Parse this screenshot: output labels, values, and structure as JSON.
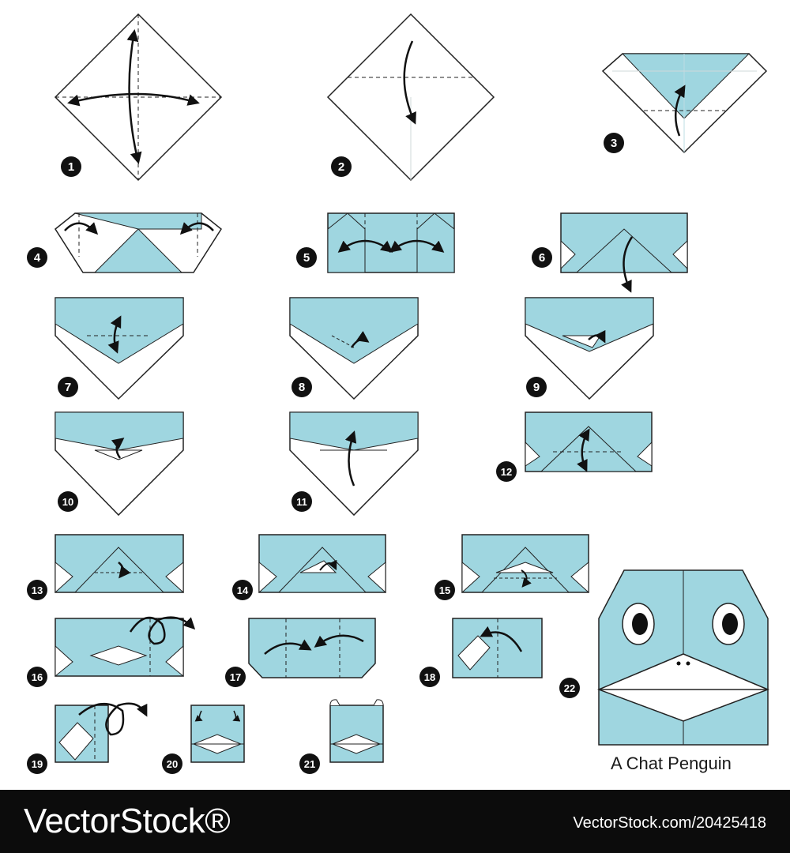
{
  "colors": {
    "paper_blue": "#9fd6e0",
    "paper_white": "#ffffff",
    "line": "#222222",
    "crease": "#bcdce3",
    "badge": "#111111"
  },
  "steps": [
    "1",
    "2",
    "3",
    "4",
    "5",
    "6",
    "7",
    "8",
    "9",
    "10",
    "11",
    "12",
    "13",
    "14",
    "15",
    "16",
    "17",
    "18",
    "19",
    "20",
    "21",
    "22"
  ],
  "caption": "A Chat Penguin",
  "footer": {
    "logo_text": "VectorStock®",
    "image_id": "VectorStock.com/20425418"
  }
}
